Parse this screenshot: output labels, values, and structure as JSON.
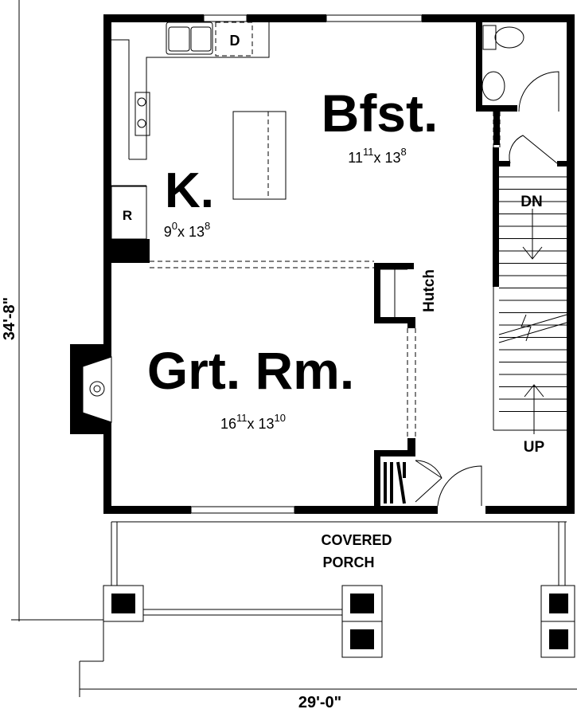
{
  "rooms": {
    "breakfast": {
      "label": "Bfst.",
      "dim_a": "11",
      "dim_a_sup": "11",
      "dim_b": "x 13",
      "dim_b_sup": "8"
    },
    "kitchen": {
      "label": "K.",
      "dim_a": "9",
      "dim_a_sup": "0",
      "dim_b": "x 13",
      "dim_b_sup": "8"
    },
    "great_room": {
      "label": "Grt. Rm.",
      "dim_a": "16",
      "dim_a_sup": "11",
      "dim_b": "x 13",
      "dim_b_sup": "10"
    },
    "porch": {
      "line1": "COVERED",
      "line2": "PORCH"
    }
  },
  "fixtures": {
    "refrigerator": "R",
    "dishwasher": "D",
    "hutch": "Hutch"
  },
  "stairs": {
    "down": "DN",
    "up": "UP"
  },
  "dimensions": {
    "depth": "34'-8\"",
    "width": "29'-0\""
  }
}
